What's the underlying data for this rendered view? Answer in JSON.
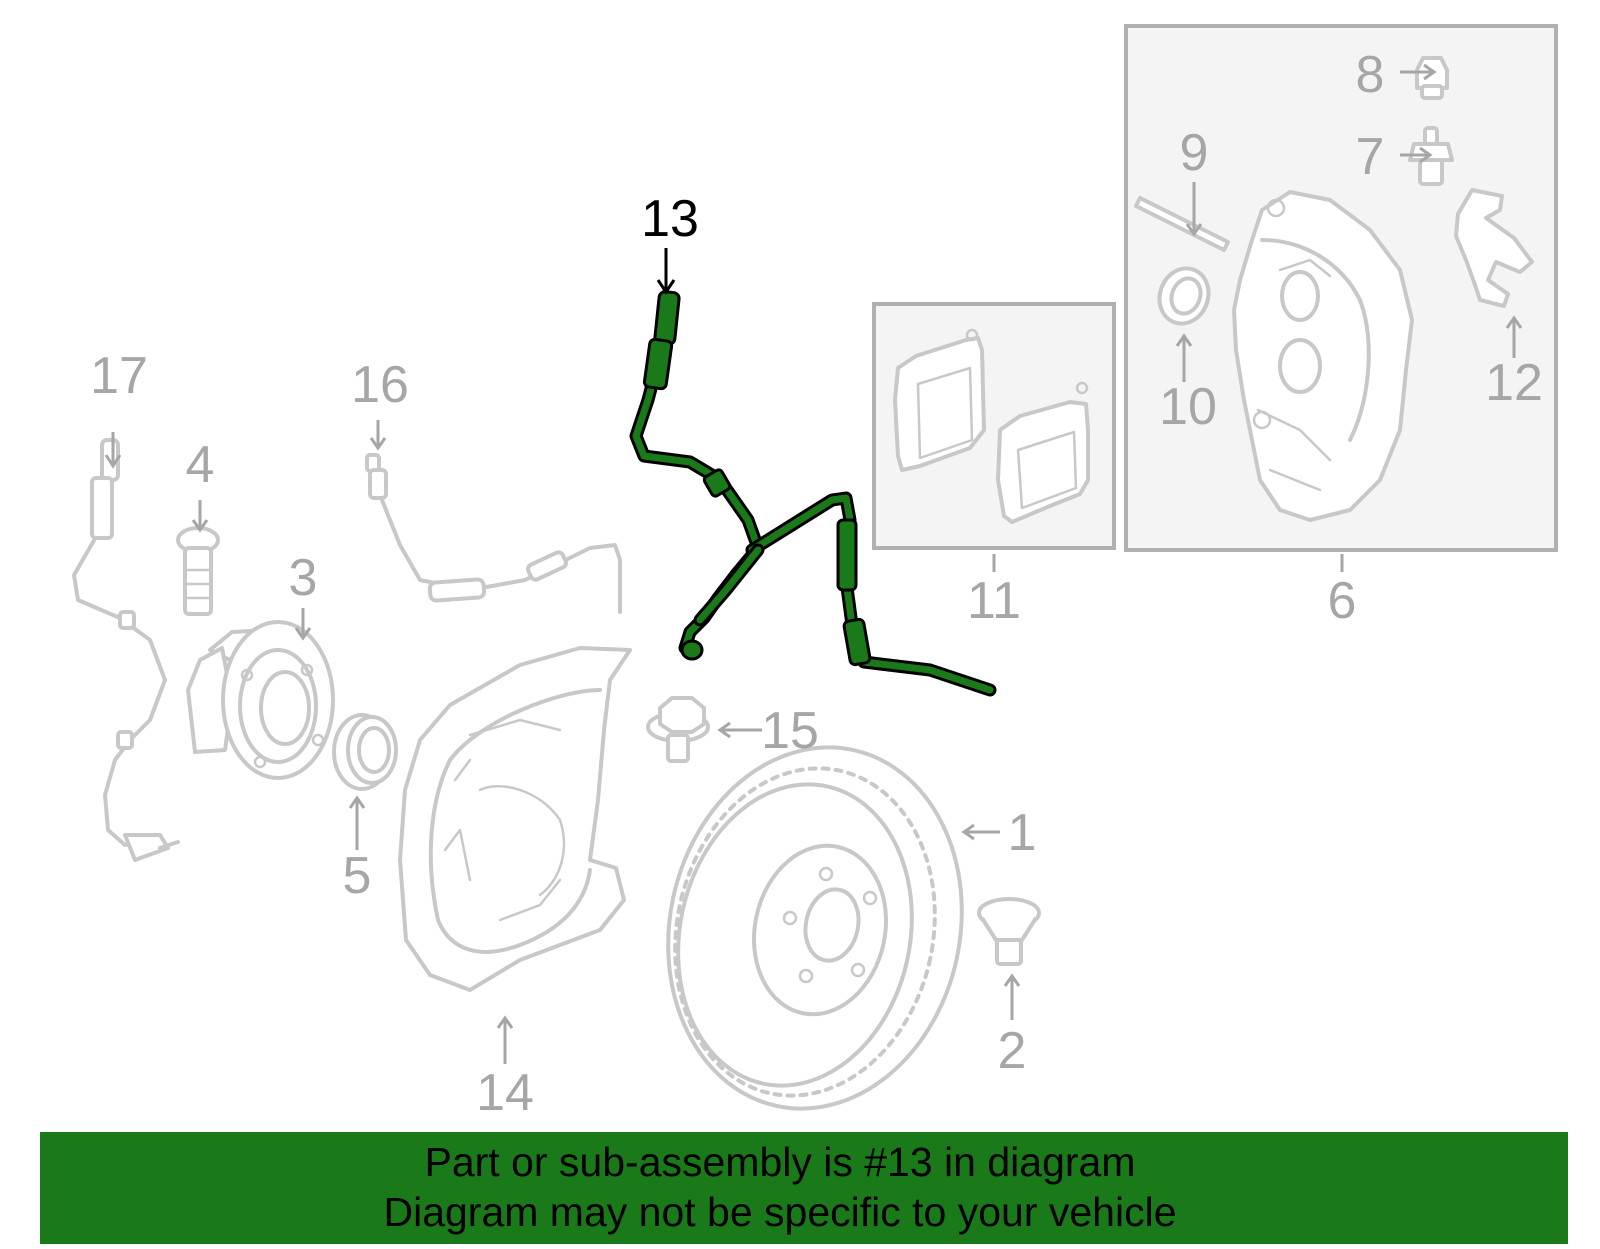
{
  "callouts": {
    "c1": "1",
    "c2": "2",
    "c3": "3",
    "c4": "4",
    "c5": "5",
    "c6": "6",
    "c7": "7",
    "c8": "8",
    "c9": "9",
    "c10": "10",
    "c11": "11",
    "c12": "12",
    "c13": "13",
    "c14": "14",
    "c15": "15",
    "c16": "16",
    "c17": "17"
  },
  "highlighted_part": "13",
  "colors": {
    "highlight": "#1a7a1a",
    "banner_background": "#1a7a1a",
    "parts_gray": "#c8c8c8",
    "callout_gray": "#a6a6a6"
  },
  "banner": {
    "line1": "Part or sub-assembly is #13 in diagram",
    "line2": "Diagram may not be specific to your vehicle"
  }
}
